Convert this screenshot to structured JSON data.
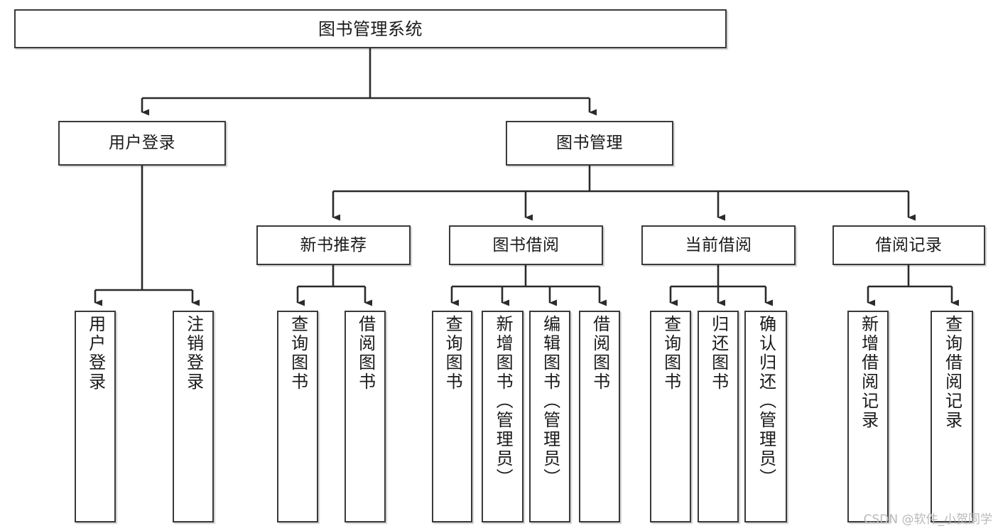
{
  "diagram": {
    "title": "图书管理系统",
    "type": "hierarchy-tree",
    "orientation": "top-down",
    "colors": {
      "node_border": "#3a3a3a",
      "node_fill": "#ffffff",
      "edge": "#2b2b2b",
      "text": "#1a1a1a",
      "watermark": "#b9b9b9",
      "background": "#ffffff"
    }
  },
  "nodes": {
    "root": {
      "label": "图书管理系统"
    },
    "level2": [
      {
        "label": "用户登录"
      },
      {
        "label": "图书管理"
      }
    ],
    "level3": [
      {
        "label": "新书推荐"
      },
      {
        "label": "图书借阅"
      },
      {
        "label": "当前借阅"
      },
      {
        "label": "借阅记录"
      }
    ],
    "leaves": {
      "user_login": [
        {
          "label": "用户登录"
        },
        {
          "label": "注销登录"
        }
      ],
      "new_book_recommend": [
        {
          "label": "查询图书"
        },
        {
          "label": "借阅图书"
        }
      ],
      "book_borrow": [
        {
          "label": "查询图书"
        },
        {
          "label": "新增图书（管理员）"
        },
        {
          "label": "编辑图书（管理员）"
        },
        {
          "label": "借阅图书"
        }
      ],
      "current_borrow": [
        {
          "label": "查询图书"
        },
        {
          "label": "归还图书"
        },
        {
          "label": "确认归还（管理员）"
        }
      ],
      "borrow_record": [
        {
          "label": "新增借阅记录"
        },
        {
          "label": "查询借阅记录"
        }
      ]
    }
  },
  "watermark": {
    "text": "CSDN @软件_小贺同学"
  }
}
